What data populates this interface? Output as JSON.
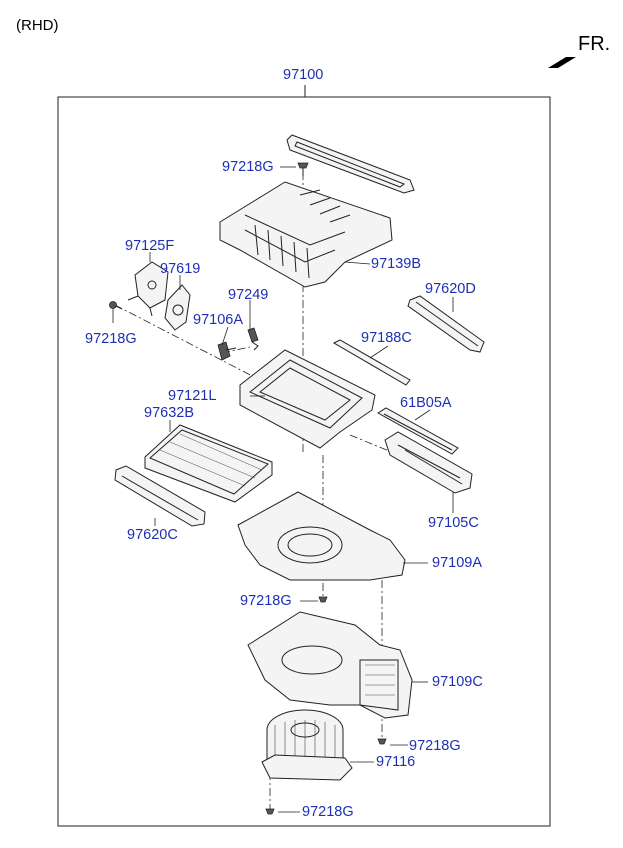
{
  "header": {
    "variant": "(RHD)",
    "direction": "FR."
  },
  "assembly": {
    "number": "97100"
  },
  "parts": {
    "p97218G_top": "97218G",
    "p97139B": "97139B",
    "p97125F": "97125F",
    "p97619": "97619",
    "p97249": "97249",
    "p97620D": "97620D",
    "p97218G_left": "97218G",
    "p97106A": "97106A",
    "p97188C": "97188C",
    "p97121L": "97121L",
    "p61B05A": "61B05A",
    "p97632B": "97632B",
    "p97105C": "97105C",
    "p97620C": "97620C",
    "p97109A": "97109A",
    "p97218G_mid": "97218G",
    "p97109C": "97109C",
    "p97218G_r": "97218G",
    "p97116": "97116",
    "p97218G_bot": "97218G"
  },
  "colors": {
    "label": "#1e2fb4",
    "line": "#222222"
  }
}
